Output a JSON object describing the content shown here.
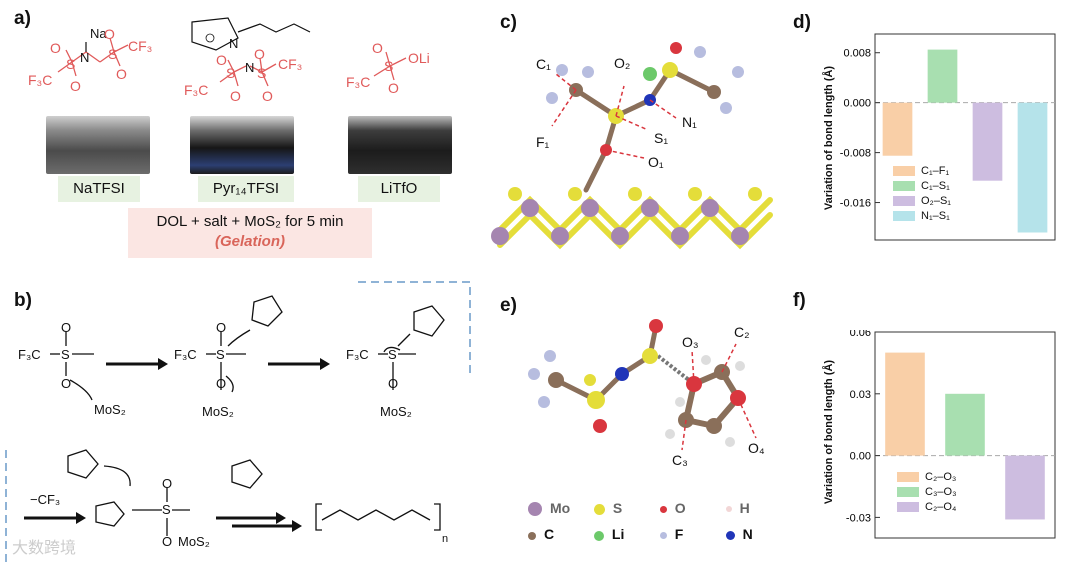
{
  "panels": {
    "a": "a)",
    "b": "b)",
    "c": "c)",
    "d": "d)",
    "e": "e)",
    "f": "f)"
  },
  "salts": [
    {
      "name": "NaTFSI"
    },
    {
      "name": "Pyr₁₄TFSI"
    },
    {
      "name": "LiTfO"
    }
  ],
  "gel_note": {
    "text": "DOL + salt + MoS₂ for 5 min",
    "emphasis": "(Gelation)"
  },
  "struct_labels": {
    "na": "Na",
    "n": "N",
    "s": "S",
    "o": "O",
    "cf3": "CF₃",
    "f3c": "F₃C",
    "oli": "OLi",
    "nplus": "N"
  },
  "mechanism": {
    "f3c": "F₃C",
    "s": "S",
    "o": "O",
    "mos2": "MoS₂",
    "minus_cf3": "−CF₃",
    "polymer_n": "n"
  },
  "atoms_c": [
    "C₁",
    "O₂",
    "N₁",
    "S₁",
    "F₁",
    "O₁"
  ],
  "atoms_e": [
    "O₃",
    "C₂",
    "C₃",
    "O₄"
  ],
  "atom_legend": [
    {
      "sym": "Mo",
      "color": "#a585b0"
    },
    {
      "sym": "S",
      "color": "#e4dd3a"
    },
    {
      "sym": "O",
      "color": "#d9363e"
    },
    {
      "sym": "H",
      "color": "#f2d6d6"
    },
    {
      "sym": "C",
      "color": "#8a6f5a"
    },
    {
      "sym": "Li",
      "color": "#6cc96a"
    },
    {
      "sym": "F",
      "color": "#b7bddf"
    },
    {
      "sym": "N",
      "color": "#2035b8"
    }
  ],
  "chart_data": [
    {
      "type": "bar",
      "panel": "d",
      "ylabel": "Variation of bond length (Å)",
      "categories": [
        "C₁–F₁",
        "C₁–S₁",
        "O₂–S₁",
        "N₁–S₁"
      ],
      "values": [
        -0.0085,
        0.0085,
        -0.0125,
        -0.0208
      ],
      "colors": [
        "#f9cfa7",
        "#a8dfb0",
        "#cdbde0",
        "#b5e3ea"
      ],
      "ylim": [
        -0.022,
        0.011
      ],
      "yticks": [
        0.008,
        0.0,
        -0.008,
        -0.016
      ],
      "ytick_labels": [
        "0.008",
        "0.000",
        "-0.008",
        "-0.016"
      ]
    },
    {
      "type": "bar",
      "panel": "f",
      "ylabel": "Variation of bond length (Å)",
      "categories": [
        "C₂–O₃",
        "C₃–O₃",
        "C₂–O₄"
      ],
      "values": [
        0.05,
        0.03,
        -0.031
      ],
      "colors": [
        "#f9cfa7",
        "#a8dfb0",
        "#cdbde0"
      ],
      "ylim": [
        -0.04,
        0.06
      ],
      "yticks": [
        0.06,
        0.03,
        0.0,
        -0.03
      ],
      "ytick_labels": [
        "0.06",
        "0.03",
        "0.00",
        "-0.03"
      ]
    }
  ],
  "watermark": "大数跨境"
}
